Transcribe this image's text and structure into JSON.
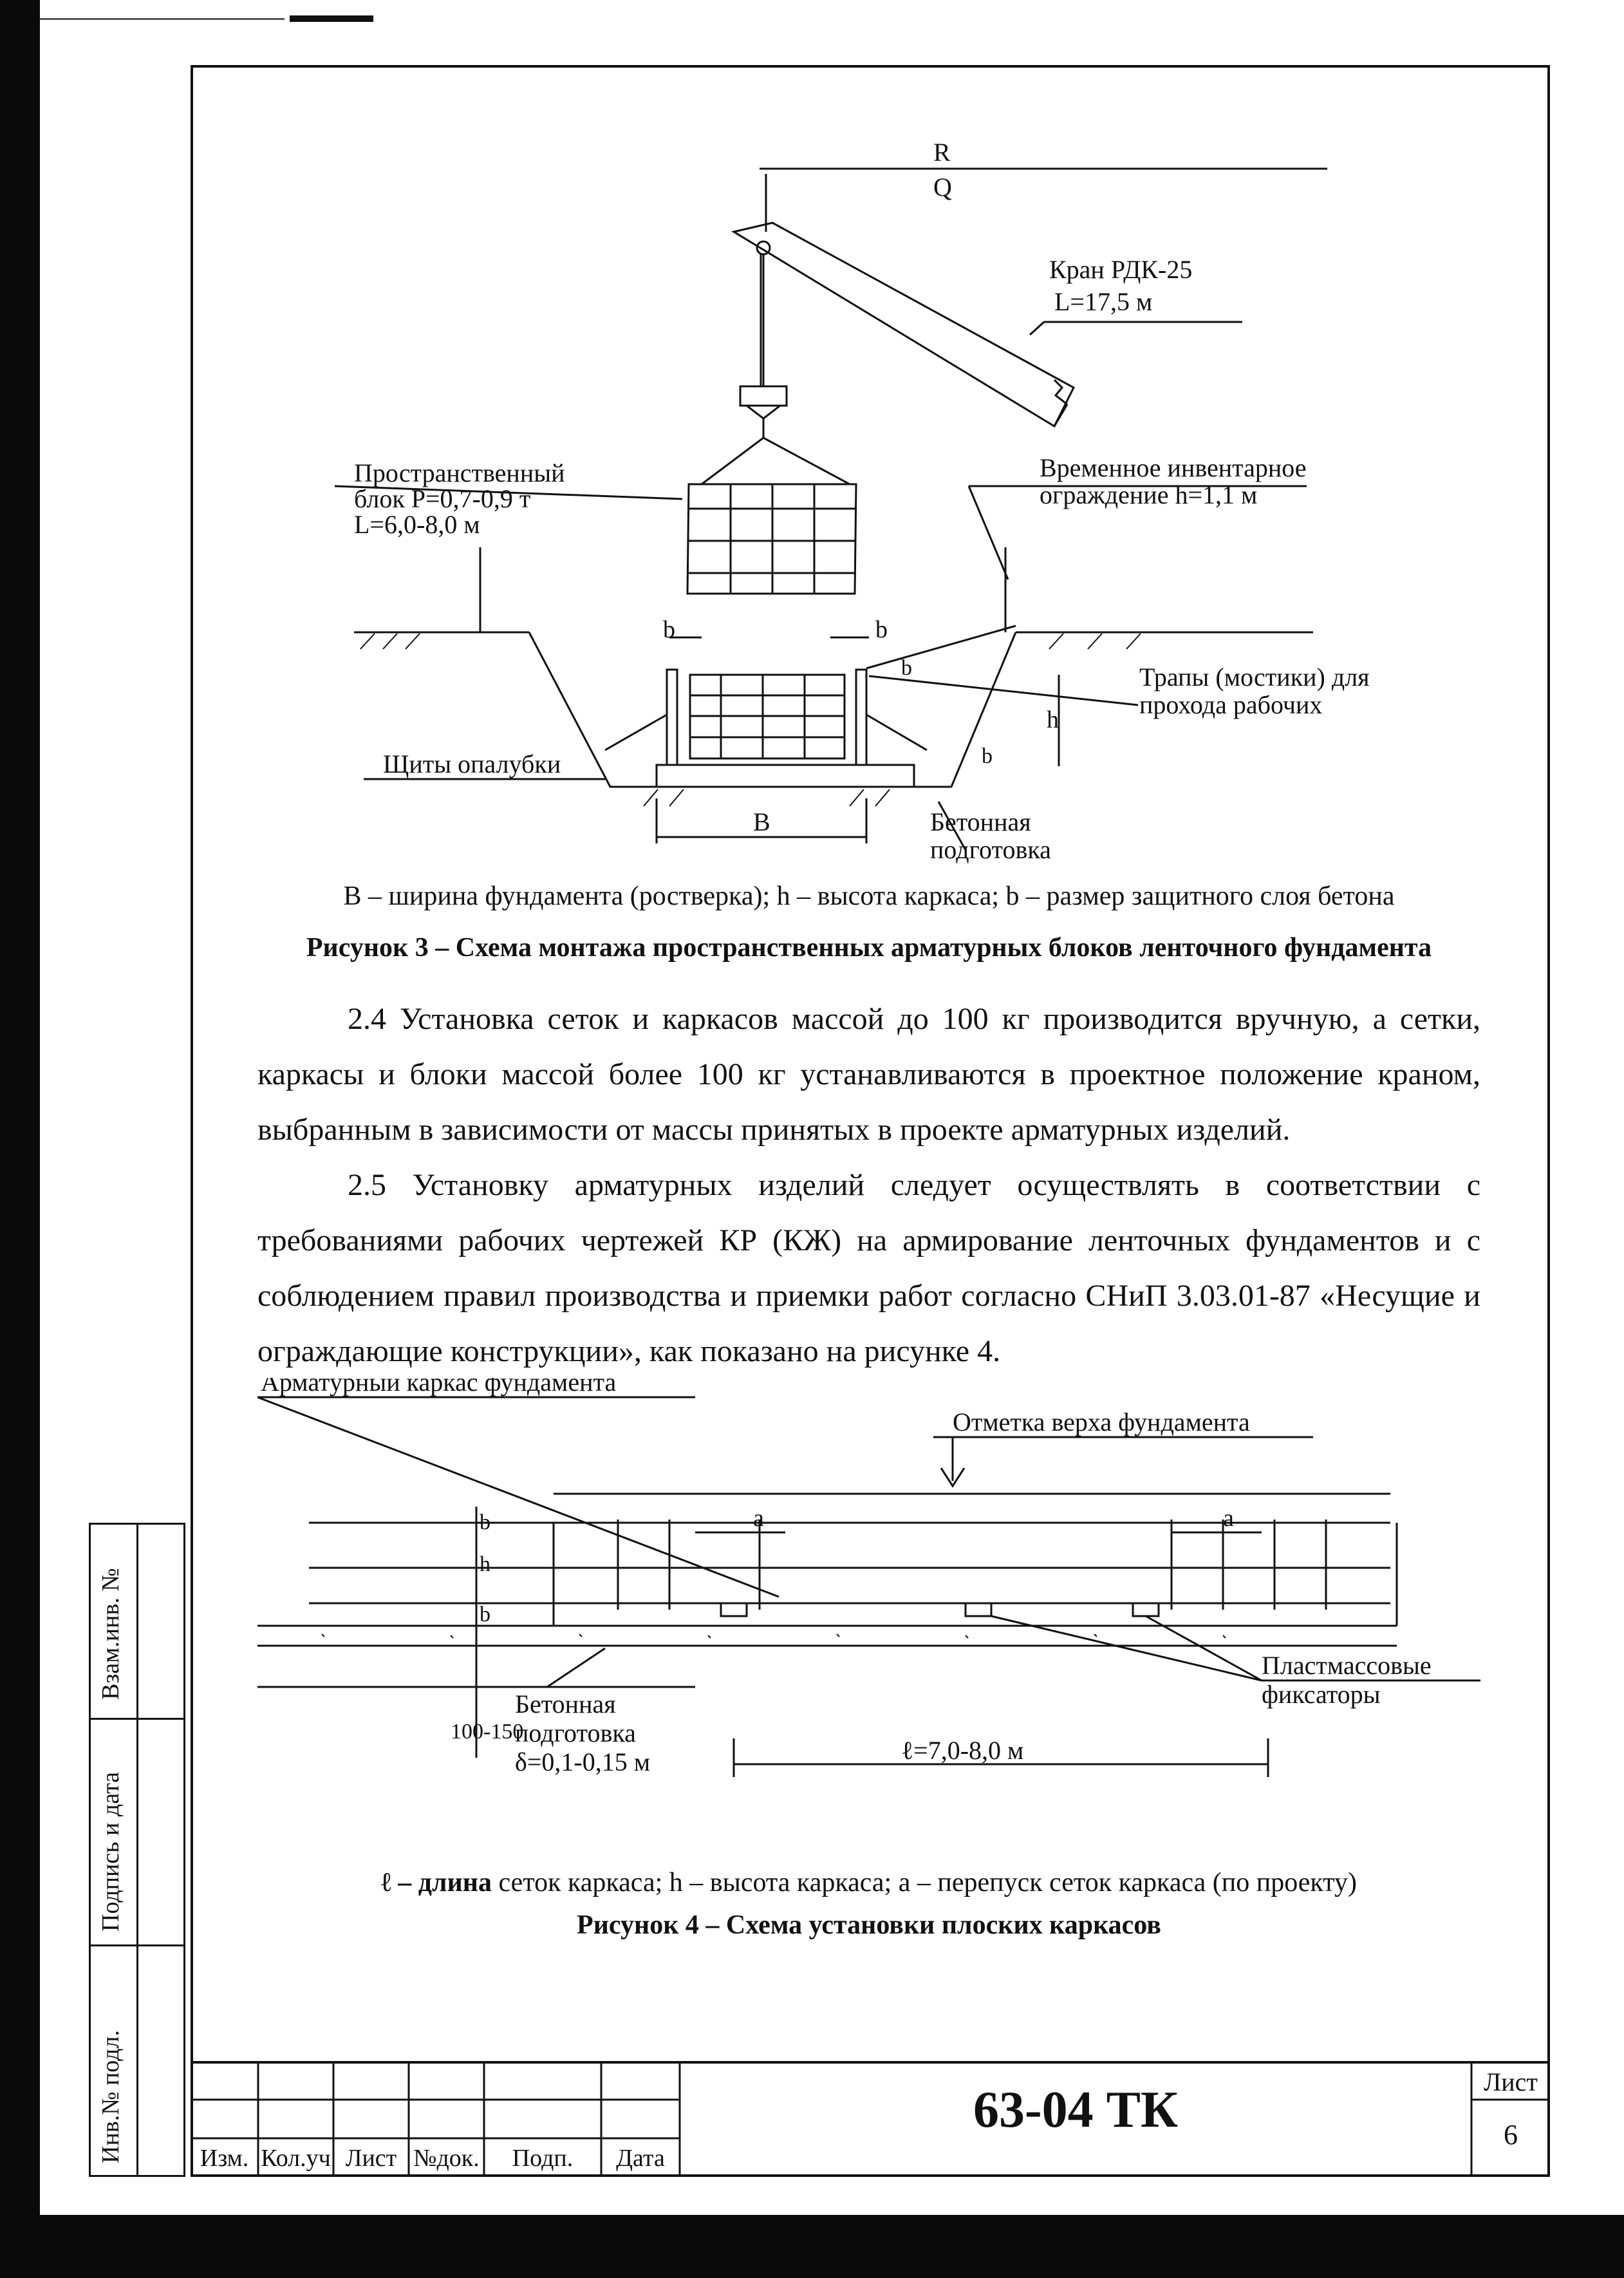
{
  "figure3": {
    "labels": {
      "r": "R",
      "q": "Q",
      "crane_name": "Кран РДК-25",
      "crane_boom": "L=17,5 м",
      "block_1": "Пространственный",
      "block_2": "блок Р=0,7-0,9 т",
      "block_3": "L=6,0-8,0 м",
      "fence_1": "Временное инвентарное",
      "fence_2": "ограждение h=1,1 м",
      "b_left": "b",
      "b_right": "b",
      "b_side_upper": "b",
      "b_side_lower": "b",
      "h": "h",
      "ladder_1": "Трапы (мостики) для",
      "ladder_2": "прохода рабочих",
      "formwork": "Щиты опалубки",
      "base_1": "Бетонная",
      "base_2": "подготовка",
      "width_b": "B"
    },
    "legend": "B –  ширина фундамента (ростверка); h – высота каркаса; b – размер защитного слоя бетона",
    "caption": "Рисунок 3 – Схема монтажа пространственных арматурных блоков ленточного фундамента"
  },
  "paragraphs": [
    "2.4 Установка сеток и каркасов массой до 100 кг производится вручную, а сетки, каркасы и блоки массой более 100 кг устанавливаются в проектное положение краном, выбранным в зависимости от массы принятых в проекте арматурных изделий.",
    "2.5 Установку арматурных изделий следует осуществлять в соответствии с требованиями рабочих чертежей КР (КЖ) на армирование ленточных фундаментов и с соблюдением правил производства и приемки работ согласно СНиП 3.03.01-87 «Несущие и ограждающие конструкции», как показано на рисунке 4."
  ],
  "figure4": {
    "labels": {
      "frame": "Арматурный каркас фундамента",
      "top_mark": "Отметка верха фундамента",
      "a_left": "a",
      "a_right": "a",
      "b_top": "b",
      "h": "h",
      "b_bottom": "b",
      "depth": "100-150",
      "base_1": "Бетонная",
      "base_2": "подготовка",
      "base_3": "δ=0,1-0,15 м",
      "length": "ℓ=7,0-8,0 м",
      "fixers_1": "Пластмассовые",
      "fixers_2": "фиксаторы"
    },
    "legend_symbol": "ℓ – длина",
    "legend_rest": " сеток каркаса; h – высота каркаса; a – перепуск сеток каркаса (по проекту)",
    "caption": "Рисунок 4 – Схема установки плоских каркасов"
  },
  "side_stamp": {
    "inv_replaced": "Взам.инв. №",
    "signature_date": "Подпись и дата",
    "inv_original": "Инв.№ подл."
  },
  "title_block": {
    "doc_code": "63-04 ТК",
    "sheet_label": "Лист",
    "sheet_number": "6",
    "columns": [
      "Изм.",
      "Кол.уч",
      "Лист",
      "№док.",
      "Подп.",
      "Дата"
    ]
  }
}
